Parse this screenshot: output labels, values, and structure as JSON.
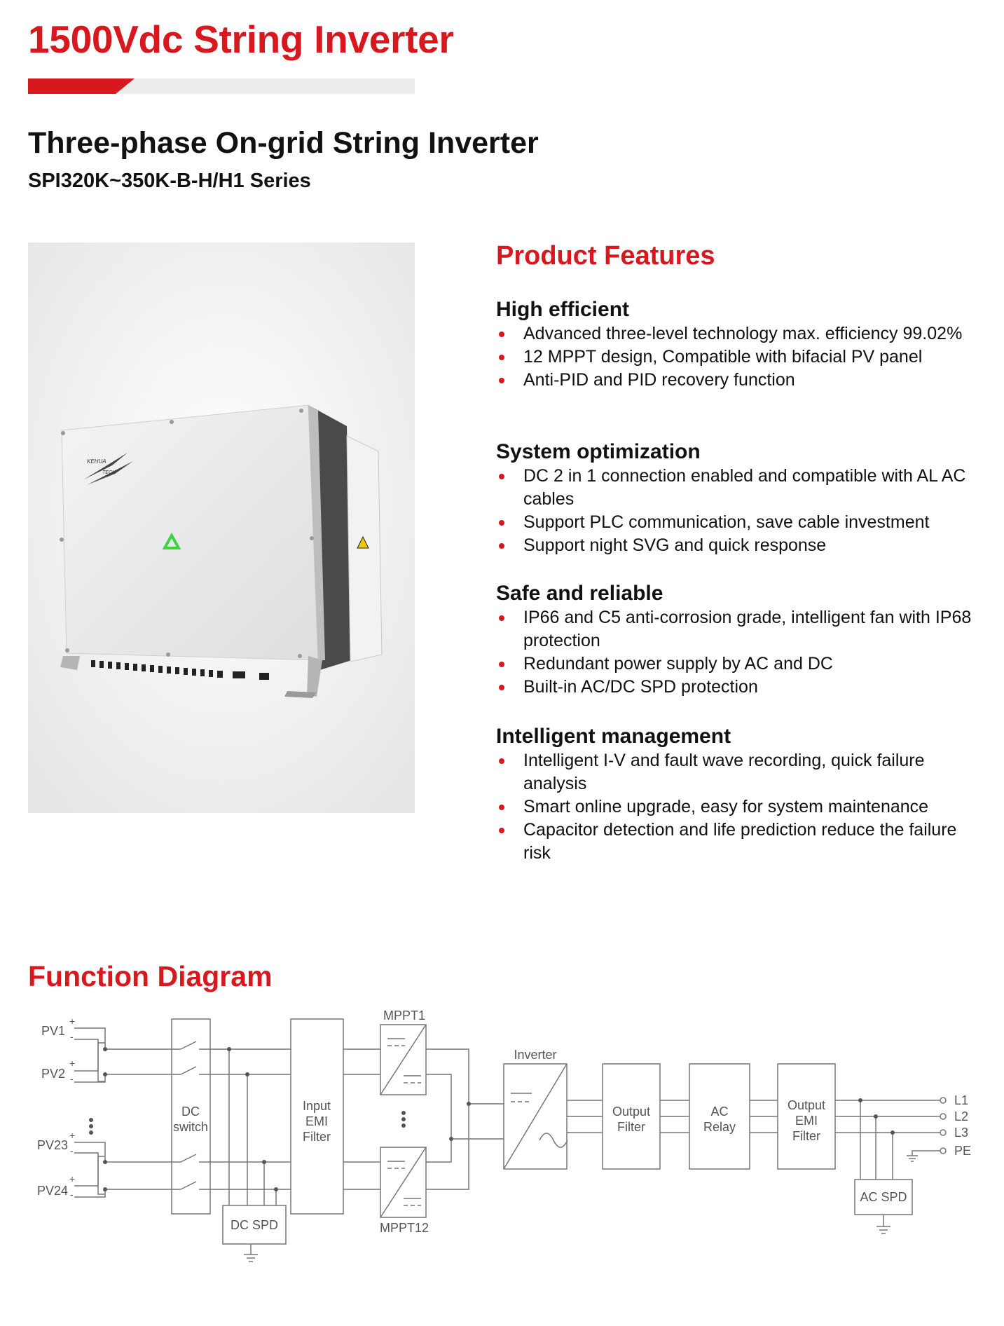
{
  "header": {
    "title": "1500Vdc String Inverter",
    "subtitle": "Three-phase On-grid String Inverter",
    "series": "SPI320K~350K-B-H/H1 Series",
    "accent_color": "#d7191f"
  },
  "product_image": {
    "logo_text_1": "KEHUA",
    "logo_text_2": "TECH"
  },
  "features": {
    "heading": "Product Features",
    "groups": [
      {
        "title": "High efficient",
        "items": [
          "Advanced three-level technology max. efficiency 99.02%",
          "12 MPPT design, Compatible with bifacial PV panel",
          "Anti-PID and PID recovery function"
        ]
      },
      {
        "title": "System optimization",
        "items": [
          "DC 2 in 1 connection enabled and compatible with AL AC cables",
          "Support PLC communication, save cable investment",
          "Support night SVG and quick response"
        ]
      },
      {
        "title": "Safe and reliable",
        "items": [
          "IP66 and C5 anti-corrosion grade, intelligent fan with IP68 protection",
          "Redundant power supply by AC and DC",
          "Built-in AC/DC SPD protection"
        ]
      },
      {
        "title": "Intelligent management",
        "items": [
          "Intelligent I-V and fault wave recording, quick failure analysis",
          "Smart online upgrade, easy for system maintenance",
          "Capacitor detection and life prediction reduce the failure risk"
        ]
      }
    ]
  },
  "function_diagram": {
    "heading": "Function Diagram",
    "inputs": [
      "PV1",
      "PV2",
      "PV23",
      "PV24"
    ],
    "plus": "+",
    "minus": "-",
    "dc_switch": [
      "DC",
      "switch"
    ],
    "dc_spd": "DC SPD",
    "input_emi": [
      "Input",
      "EMI",
      "Filter"
    ],
    "mppt_top": "MPPT1",
    "mppt_bottom": "MPPT12",
    "inverter": "Inverter",
    "output_filter": [
      "Output",
      "Filter"
    ],
    "ac_relay": [
      "AC",
      "Relay"
    ],
    "output_emi": [
      "Output",
      "EMI",
      "Filter"
    ],
    "ac_spd": "AC SPD",
    "outputs": [
      "L1",
      "L2",
      "L3",
      "PE"
    ]
  }
}
